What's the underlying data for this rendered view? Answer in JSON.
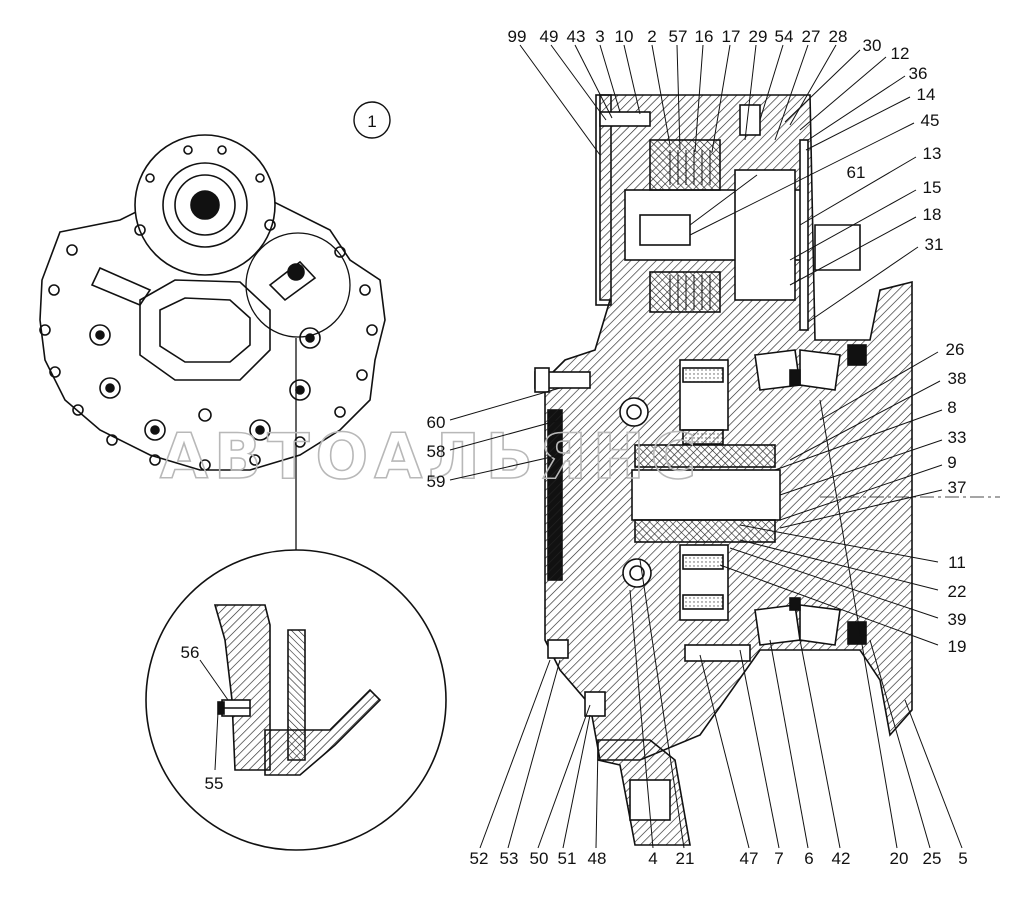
{
  "view_marker": "1",
  "watermark": "АВТОАЛЬЯНС",
  "callouts_top": [
    "99",
    "49",
    "43",
    "3",
    "10",
    "2",
    "57",
    "16",
    "17",
    "29",
    "54",
    "27",
    "28"
  ],
  "callouts_right": [
    "30",
    "12",
    "36",
    "14",
    "45",
    "13",
    "15",
    "18",
    "31",
    "26",
    "38",
    "8",
    "33",
    "9",
    "37",
    "11",
    "22",
    "39",
    "19"
  ],
  "callouts_bottom": [
    "52",
    "53",
    "50",
    "51",
    "48",
    "4",
    "21",
    "47",
    "7",
    "6",
    "42",
    "20",
    "25",
    "5"
  ],
  "callouts_left": [
    "61",
    "60",
    "58",
    "59"
  ],
  "detail_callouts": [
    "56",
    "55"
  ]
}
